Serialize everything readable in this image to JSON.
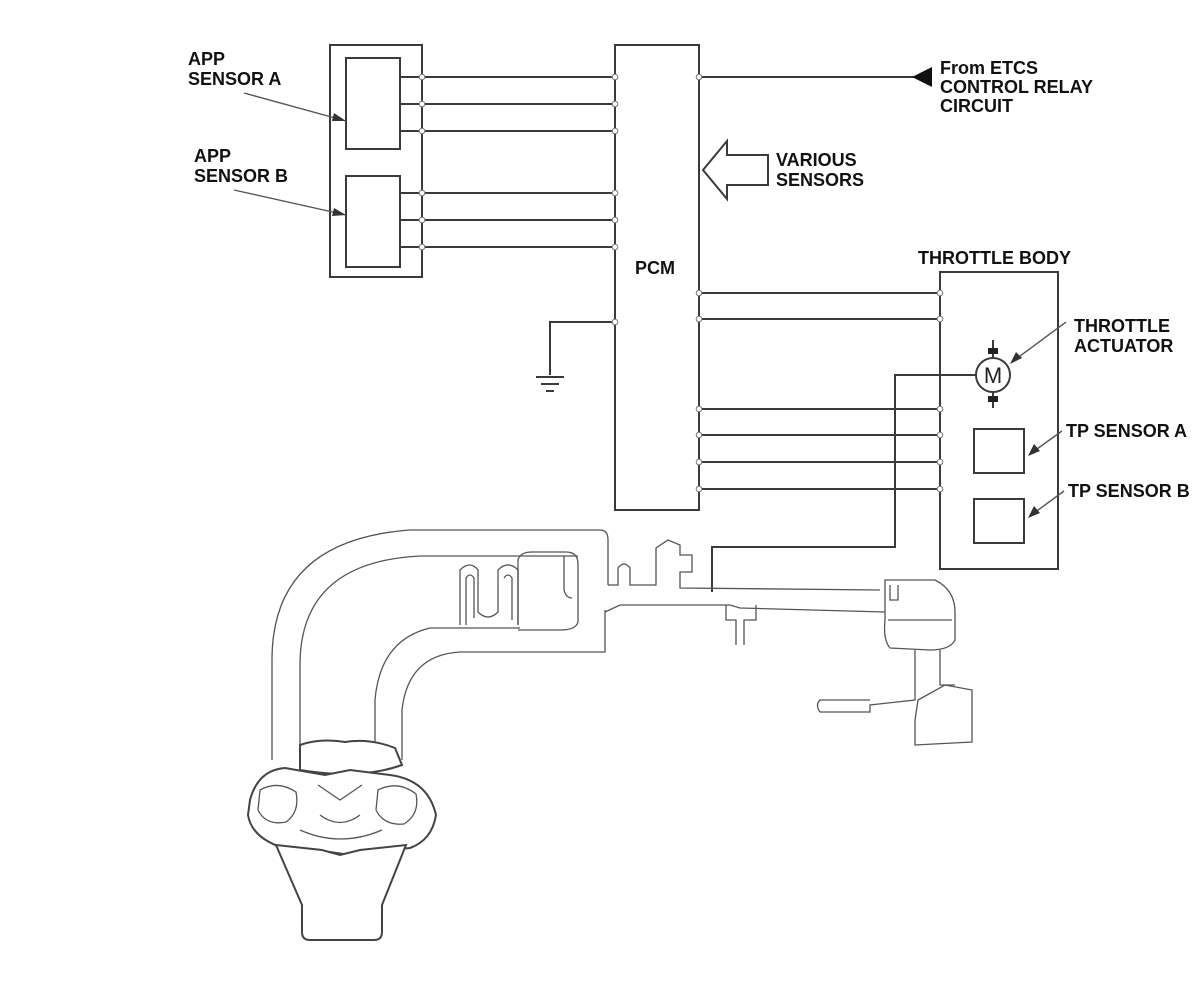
{
  "diagram": {
    "app_sensor_a": [
      "APP",
      "SENSOR A"
    ],
    "app_sensor_b": [
      "APP",
      "SENSOR B"
    ],
    "pcm": "PCM",
    "etcs_relay": [
      "From ETCS",
      "CONTROL RELAY",
      "CIRCUIT"
    ],
    "various_sensors": [
      "VARIOUS",
      "SENSORS"
    ],
    "throttle_body": "THROTTLE BODY",
    "throttle_actuator": [
      "THROTTLE",
      "ACTUATOR"
    ],
    "motor_symbol": "M",
    "tp_sensor_a": "TP SENSOR A",
    "tp_sensor_b": "TP SENSOR B"
  }
}
